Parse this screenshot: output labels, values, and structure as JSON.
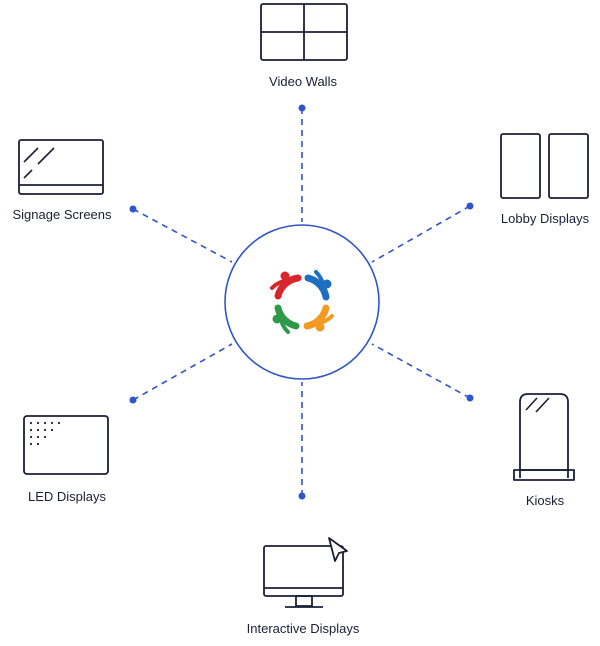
{
  "colors": {
    "accent": "#2f55c8",
    "stroke": "#1a1f36",
    "logo_red": "#d8262c",
    "logo_blue": "#1e6fc1",
    "logo_green": "#2e9a48",
    "logo_orange": "#f39a22"
  },
  "hub": {
    "logo_icon": "people-circle-logo-icon"
  },
  "nodes": [
    {
      "id": "video-walls",
      "label": "Video Walls",
      "icon": "video-wall-icon"
    },
    {
      "id": "lobby-displays",
      "label": "Lobby Displays",
      "icon": "lobby-display-icon"
    },
    {
      "id": "kiosks",
      "label": "Kiosks",
      "icon": "kiosk-icon"
    },
    {
      "id": "interactive-displays",
      "label": "Interactive Displays",
      "icon": "interactive-display-icon"
    },
    {
      "id": "led-displays",
      "label": "LED Displays",
      "icon": "led-display-icon"
    },
    {
      "id": "signage-screens",
      "label": "Signage Screens",
      "icon": "signage-screen-icon"
    }
  ]
}
